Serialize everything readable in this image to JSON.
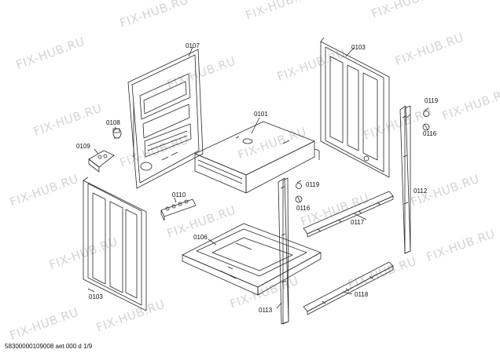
{
  "watermark": "FIX-HUB.RU",
  "footer": "58300000109008 aet 000 d 1/9",
  "parts": {
    "p0101": "0101",
    "p0103a": "0103",
    "p0103b": "0103",
    "p0106": "0106",
    "p0107": "0107",
    "p0108": "0108",
    "p0109": "0109",
    "p0110": "0110",
    "p0112": "0112",
    "p0113": "0113",
    "p0116a": "0116",
    "p0116b": "0116",
    "p0117": "0117",
    "p0118": "0118",
    "p0119a": "0119",
    "p0119b": "0119"
  },
  "colors": {
    "line": "#2a2a2a",
    "watermark": "#d4d4d4"
  }
}
